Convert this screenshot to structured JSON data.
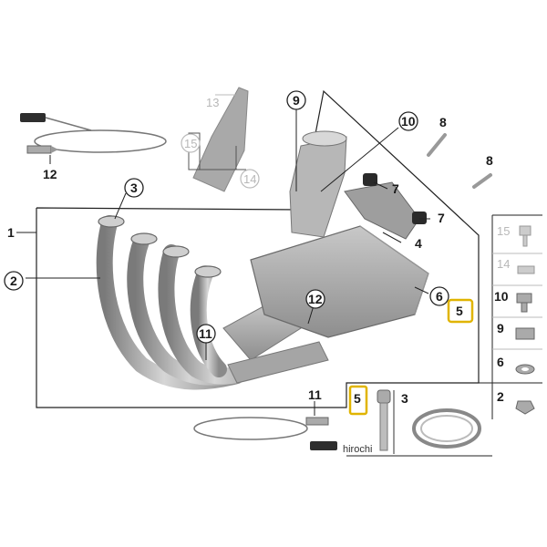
{
  "diagram": {
    "part_numbers": {
      "p1": "1",
      "p2": "2",
      "p3": "3",
      "p4": "4",
      "p5": "5",
      "p6": "6",
      "p7a": "7",
      "p7b": "7",
      "p8a": "8",
      "p8b": "8",
      "p9": "9",
      "p10": "10",
      "p11": "11",
      "p11b": "11",
      "p12": "12",
      "p12b": "12",
      "p13": "13",
      "p14": "14",
      "p15": "15",
      "p5b": "5",
      "p3b": "3"
    },
    "sidebar_numbers": [
      "15",
      "14",
      "10",
      "9",
      "6",
      "2"
    ],
    "watermark": "hirochi"
  }
}
